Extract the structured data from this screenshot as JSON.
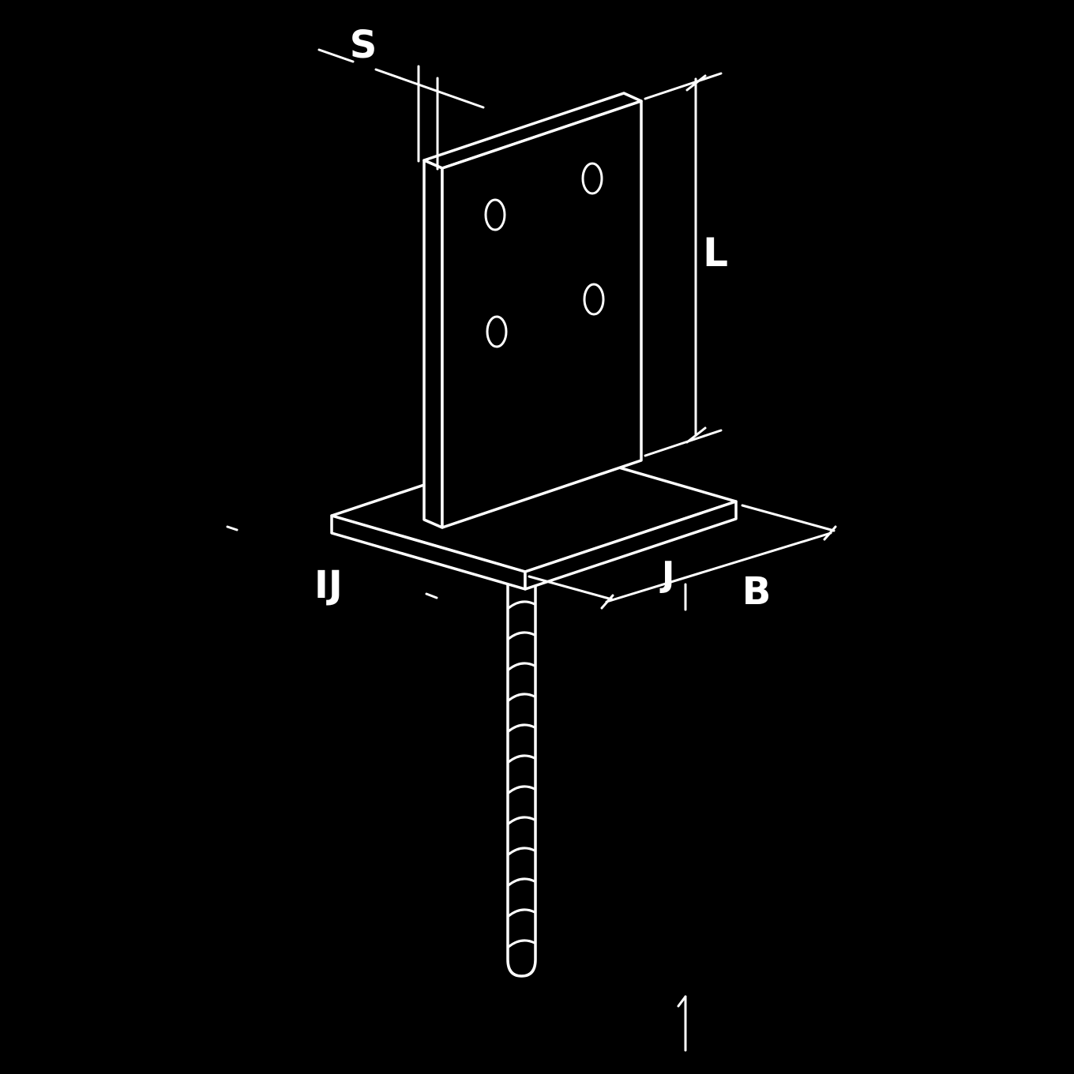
{
  "diagram": {
    "description": "Technical line drawing of a T-shaped post base anchor with perforated vertical plate, base plate and ribbed concrete anchor rod",
    "colors": {
      "background": "#000000",
      "line": "#ffffff"
    },
    "dimensions": {
      "s_label": "S",
      "l_label": "L",
      "b_label": "B",
      "left_partial_label": "IJ",
      "tick_partial_label": "J"
    }
  }
}
